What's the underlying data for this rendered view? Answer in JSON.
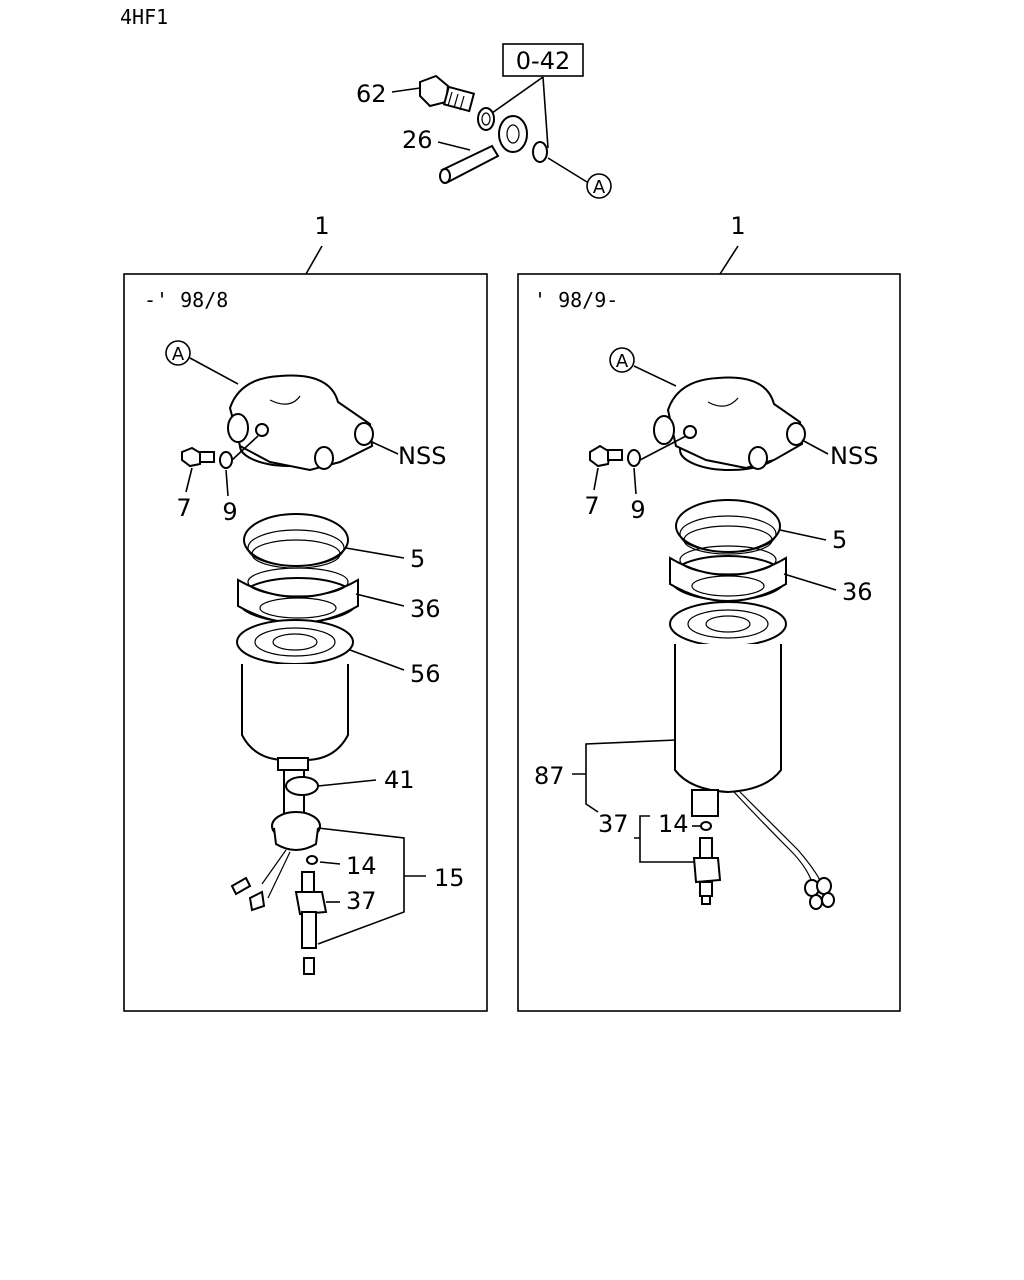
{
  "page_code": "4HF1",
  "top_assembly": {
    "group_ref": "0-42",
    "callouts": {
      "bolt": "62",
      "eye_pipe": "26",
      "ref_a": "A"
    }
  },
  "panels": [
    {
      "assembly_number": "1",
      "date_range": "-' 98/8",
      "callouts": {
        "ref_a": "A",
        "head": "NSS",
        "screw": "7",
        "washer": "9",
        "ring": "5",
        "retainer": "36",
        "element": "56",
        "oring": "41",
        "sensor_oring": "14",
        "sensor": "37",
        "sensor_kit": "15"
      }
    },
    {
      "assembly_number": "1",
      "date_range": "' 98/9-",
      "callouts": {
        "ref_a": "A",
        "head": "NSS",
        "screw": "7",
        "washer": "9",
        "ring": "5",
        "retainer": "36",
        "element": "87",
        "sensor_oring": "14",
        "sensor": "37"
      }
    }
  ]
}
